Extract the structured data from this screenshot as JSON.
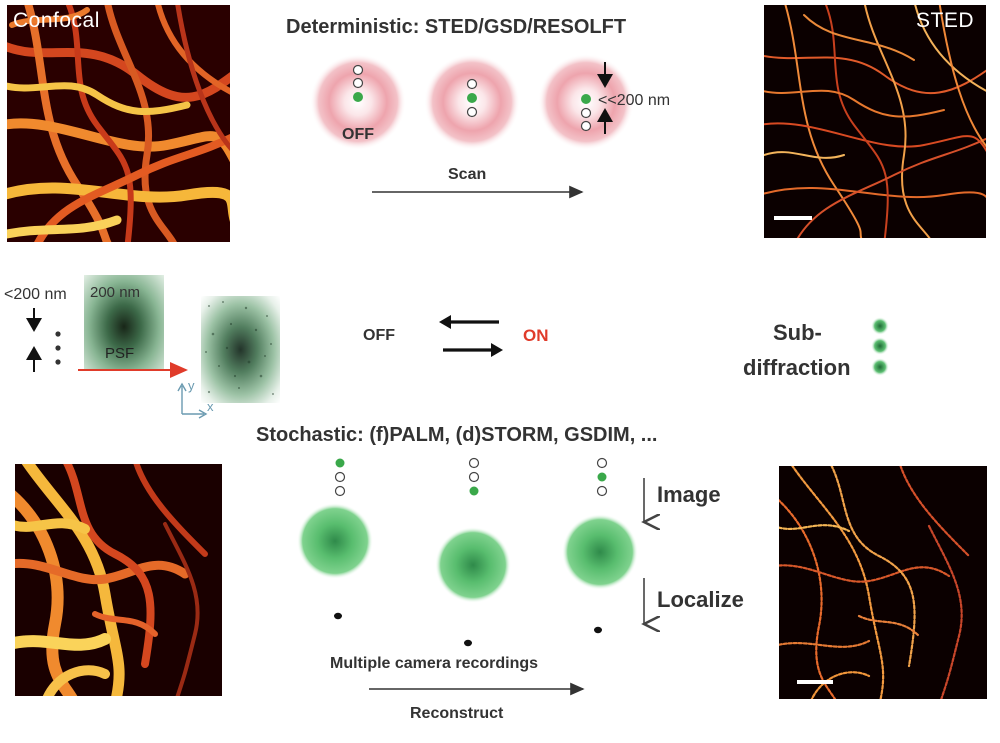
{
  "top": {
    "heading": "Deterministic: STED/GSD/RESOLFT",
    "confocal_label": "Confocal",
    "sted_label": "STED",
    "off_label": "OFF",
    "resolution_label": "<<200 nm",
    "scan_label": "Scan"
  },
  "middle": {
    "left_resolution": "<200 nm",
    "psf_size": "200 nm",
    "psf_label": "PSF",
    "axis_y": "y",
    "axis_x": "x",
    "state_off": "OFF",
    "state_on": "ON",
    "subdiffraction_line1": "Sub-",
    "subdiffraction_line2": "diffraction"
  },
  "bottom": {
    "heading": "Stochastic: (f)PALM, (d)STORM, GSDIM, ...",
    "image_label": "Image",
    "localize_label": "Localize",
    "recordings_label": "Multiple camera recordings",
    "reconstruct_label": "Reconstruct"
  },
  "colors": {
    "accent_on": "#e03b2a",
    "fluorophore_on": "#3aa84a",
    "sted_donut": "#e58a94",
    "psf_green": "#4fb86a"
  }
}
